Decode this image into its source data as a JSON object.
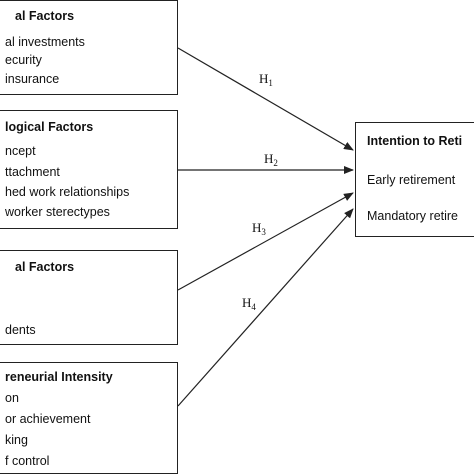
{
  "factors": [
    {
      "title": "al Factors",
      "items": [
        "al investments",
        "ecurity",
        "insurance"
      ]
    },
    {
      "title": "logical Factors",
      "items": [
        "ncept",
        "ttachment",
        "hed work relationships",
        "worker sterectypes"
      ]
    },
    {
      "title": "al Factors",
      "items": [
        "",
        "",
        "dents"
      ]
    },
    {
      "title": "reneurial Intensity",
      "items": [
        "on",
        "or achievement",
        "king",
        "f control"
      ]
    }
  ],
  "outcome": {
    "title": "Intention to Reti",
    "items": [
      "Early retirement",
      "Mandatory retire"
    ]
  },
  "hypotheses": [
    {
      "letter": "H",
      "num": "1"
    },
    {
      "letter": "H",
      "num": "2"
    },
    {
      "letter": "H",
      "num": "3"
    },
    {
      "letter": "H",
      "num": "4"
    }
  ],
  "colors": {
    "line": "#222222",
    "text": "#111111",
    "background": "#ffffff"
  }
}
